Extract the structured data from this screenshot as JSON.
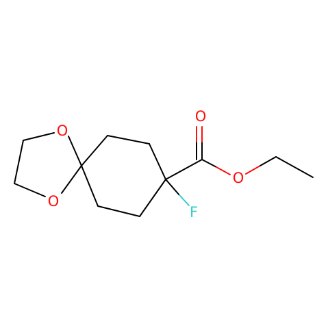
{
  "molecule": {
    "atoms": {
      "o_ring_top": "O",
      "o_ring_bottom": "O",
      "o_carbonyl": "O",
      "o_ester": "O",
      "f": "F"
    },
    "colors": {
      "bond": "#000000",
      "oxygen": "#ff0d0d",
      "fluorine": "#33cccc",
      "background": "#ffffff"
    }
  }
}
